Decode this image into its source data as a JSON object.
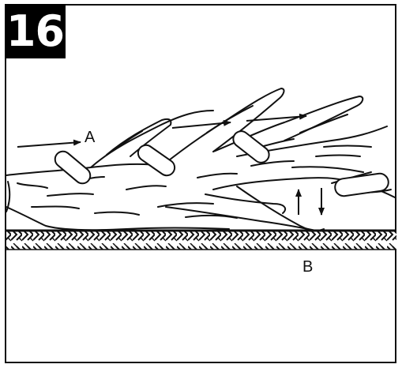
{
  "step_number": "16",
  "labels": {
    "a": "A",
    "b": "B"
  },
  "colors": {
    "line": "#111111",
    "background": "#ffffff",
    "badge": "#000000"
  },
  "icons": {
    "direction_arrows": "right-arrow",
    "motion_arrows": "up-down-arrow"
  }
}
